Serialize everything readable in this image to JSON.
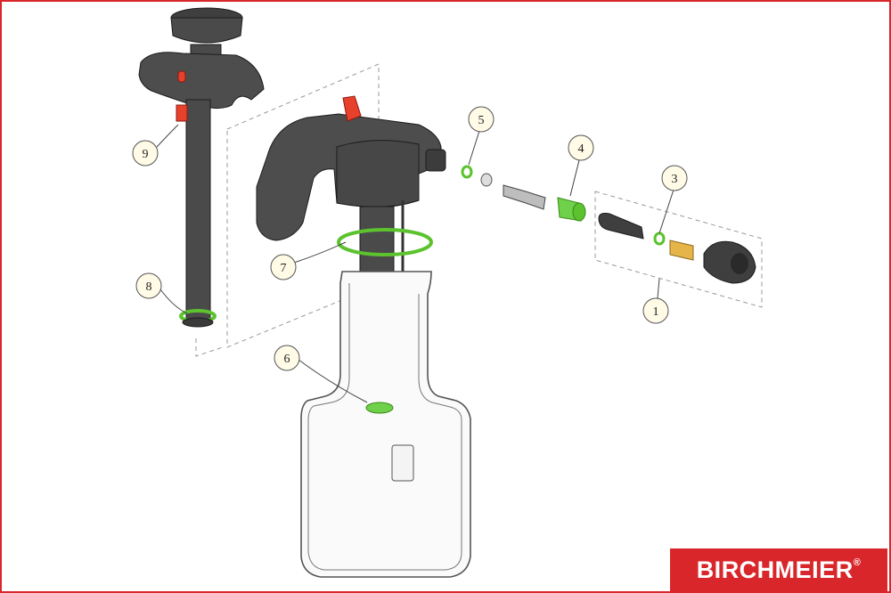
{
  "brand": {
    "name": "BIRCHMEIER",
    "mark": "®",
    "color": "#d9262b"
  },
  "colors": {
    "part_dark": "#4a4a4a",
    "seal_green": "#5cc22e",
    "valve_red": "#e8412b",
    "nozzle_yellow": "#e6b54a",
    "frame": "#d9262b"
  },
  "callouts": [
    {
      "id": "callout-1",
      "label": "1"
    },
    {
      "id": "callout-3",
      "label": "3"
    },
    {
      "id": "callout-4",
      "label": "4"
    },
    {
      "id": "callout-5",
      "label": "5"
    },
    {
      "id": "callout-6",
      "label": "6"
    },
    {
      "id": "callout-7",
      "label": "7"
    },
    {
      "id": "callout-8",
      "label": "8"
    },
    {
      "id": "callout-9",
      "label": "9"
    }
  ]
}
